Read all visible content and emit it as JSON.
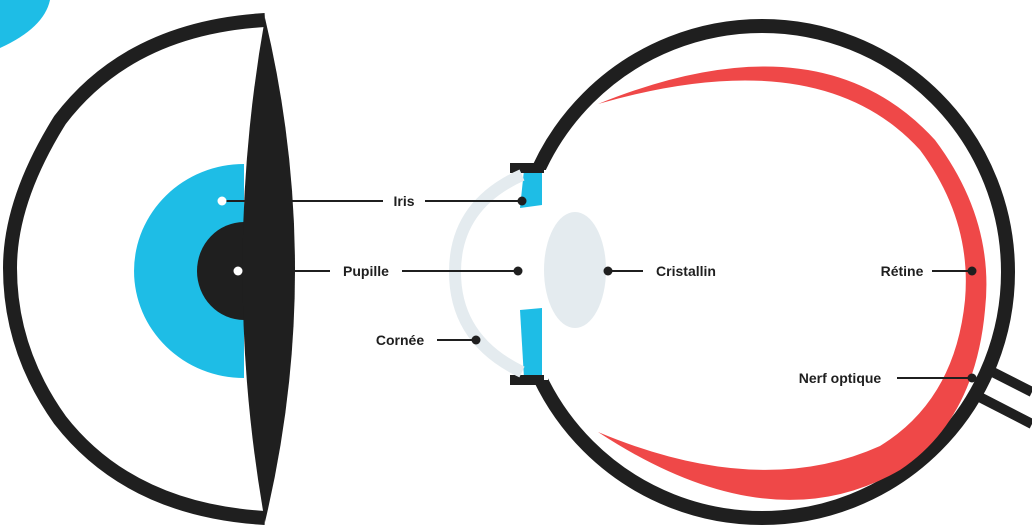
{
  "colors": {
    "outline": "#1f1f1f",
    "iris": "#1ebde6",
    "retina": "#ef4848",
    "cornea_lens": "#e4ebef",
    "background": "#ffffff"
  },
  "labels": {
    "iris": "Iris",
    "pupil": "Pupille",
    "cornea": "Cornée",
    "lens": "Cristallin",
    "retina": "Rétine",
    "optic_nerve": "Nerf optique"
  }
}
